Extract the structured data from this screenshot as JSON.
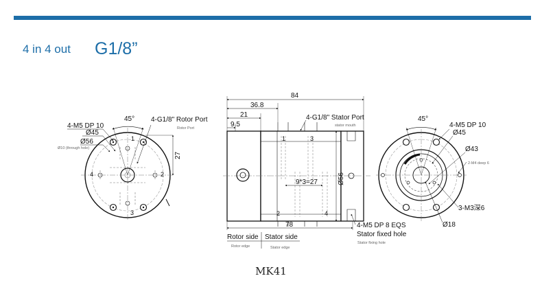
{
  "header": {
    "subtitle": "4 in 4 out",
    "title": "G1/8”"
  },
  "model": "MK41",
  "left_view": {
    "angle": "45°",
    "thread_callout": "4-M5 DP 10",
    "bolt_circle": "Ø45",
    "outer_dia": "Ø56",
    "through_hole_note": "Ø10 (through hole)",
    "port_callout": "4-G1/8\"  Rotor Port",
    "port_callout_sub": "Rotor Port",
    "offset_dim": "27",
    "port_labels": [
      "1",
      "2",
      "3",
      "4"
    ]
  },
  "side_view": {
    "overall_length": "84",
    "dim_36_8": "36.8",
    "dim_21": "21",
    "dim_9_5": "9.5",
    "port_callout": "4-G1/8\" Stator Port",
    "port_callout_sub": "stator mouth",
    "pitch_dim": "9*3=27",
    "body_dia": "Ø56",
    "body_length": "78",
    "fix_callout": "4-M5 DP 8 EQS",
    "fix_label": "Stator fixed hole",
    "fix_label_sub": "Stator fixing hole",
    "rotor_side": "Rotor side",
    "rotor_side_sub": "Rotor edge",
    "stator_side": "Stator side",
    "stator_side_sub": "Stator edge",
    "port_labels": [
      "1",
      "3",
      "2",
      "4"
    ]
  },
  "right_view": {
    "angle": "45°",
    "thread_callout": "4-M5 DP 10",
    "bolt_circle": "Ø45",
    "inner_dia": "Ø43",
    "small_thread": "2-M4 deep 6",
    "m3_callout": "3-M3深6",
    "bore": "Ø18"
  }
}
